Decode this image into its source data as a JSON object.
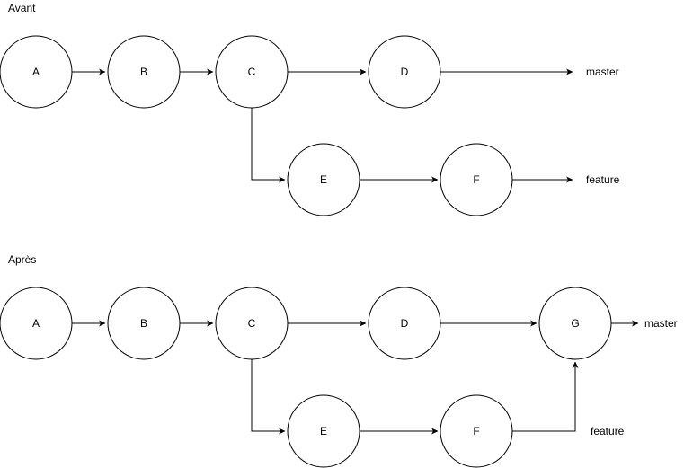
{
  "sections": [
    {
      "title": "Avant",
      "nodes": [
        "A",
        "B",
        "C",
        "D",
        "E",
        "F"
      ],
      "branches": [
        "master",
        "feature"
      ]
    },
    {
      "title": "Après",
      "nodes": [
        "A",
        "B",
        "C",
        "D",
        "G",
        "E",
        "F"
      ],
      "branches": [
        "master",
        "feature"
      ]
    }
  ]
}
